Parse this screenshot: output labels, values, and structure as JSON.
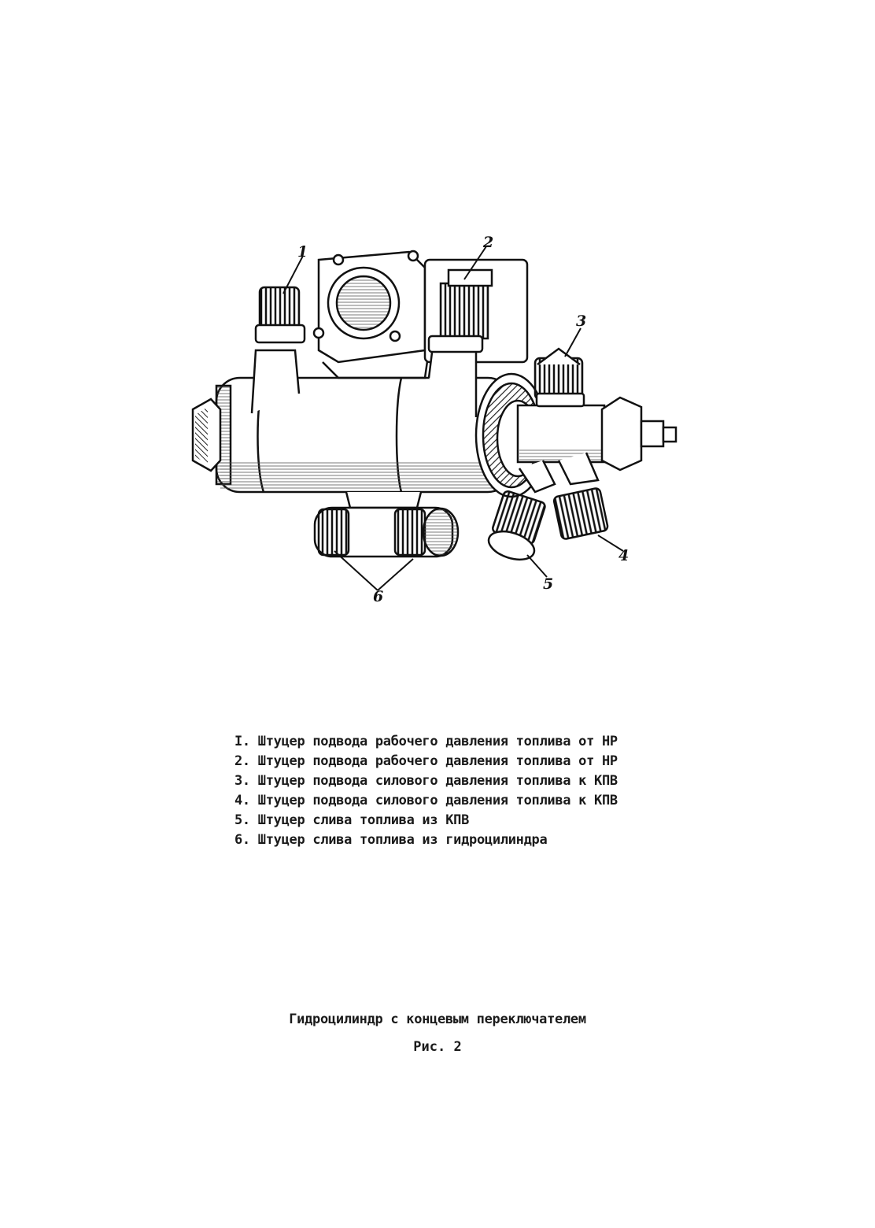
{
  "figure": {
    "callouts": {
      "c1": "1",
      "c2": "2",
      "c3": "3",
      "c4": "4",
      "c5": "5",
      "c6": "6"
    }
  },
  "legend": [
    "I. Штуцер подвода рабочего давления топлива от НР",
    "2. Штуцер подвода рабочего давления топлива от НР",
    "3. Штуцер подвода силового давления топлива к КПВ",
    "4. Штуцер подвода силового давления топлива к КПВ",
    "5. Штуцер слива топлива из КПВ",
    "6. Штуцер слива топлива из гидроцилиндра"
  ],
  "caption": "Гидроцилиндр с концевым переключателем",
  "figure_label": "Рис. 2"
}
